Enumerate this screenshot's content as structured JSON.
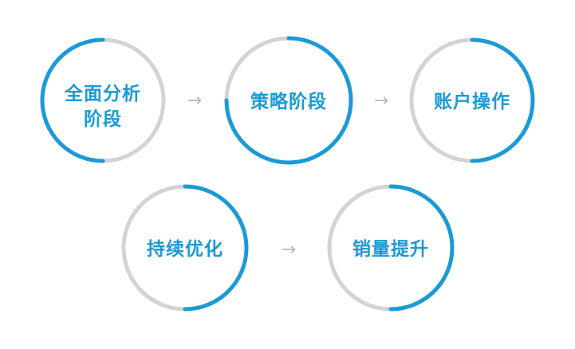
{
  "colors": {
    "accent": "#1b9ad6",
    "ring_gray": "#d3d3d3",
    "arrow": "#b8b8b8",
    "text": "#1b9ad6"
  },
  "stages": [
    {
      "id": "stage-1",
      "lines": [
        "全面分析",
        "阶段"
      ]
    },
    {
      "id": "stage-2",
      "lines": [
        "策略阶段"
      ]
    },
    {
      "id": "stage-3",
      "lines": [
        "账户操作"
      ]
    },
    {
      "id": "stage-4",
      "lines": [
        "持续优化"
      ]
    },
    {
      "id": "stage-5",
      "lines": [
        "销量提升"
      ]
    }
  ],
  "arrows": [
    {
      "id": "arrow-1-2",
      "glyph": "→"
    },
    {
      "id": "arrow-2-3",
      "glyph": "→"
    },
    {
      "id": "arrow-4-5",
      "glyph": "→"
    }
  ]
}
